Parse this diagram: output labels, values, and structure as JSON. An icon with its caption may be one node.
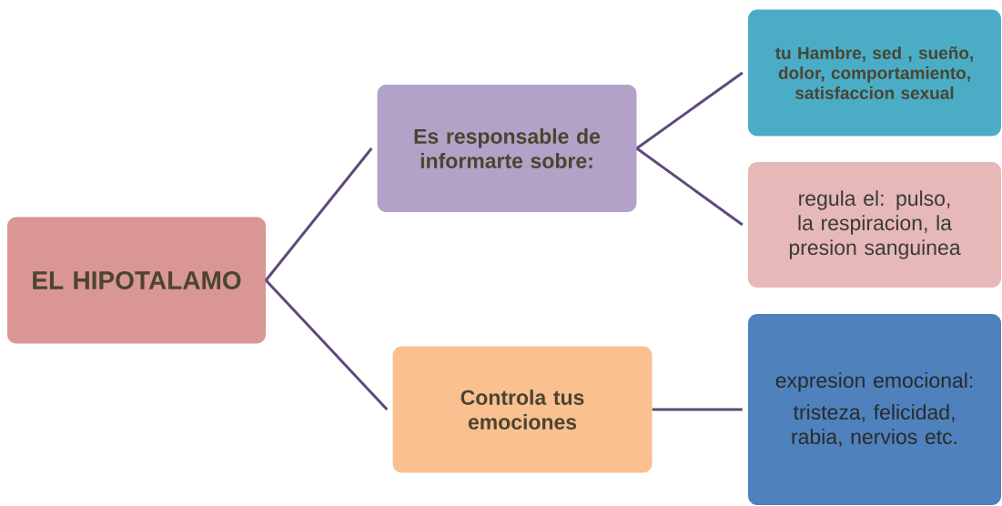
{
  "diagram": {
    "nodes": [
      {
        "text": [
          "EL HIPOTALAMO"
        ]
      },
      {
        "text": [
          "Es responsable de informarte sobre:"
        ]
      },
      {
        "text": [
          "Controla tus emociones"
        ]
      },
      {
        "text": [
          "tu Hambre, sed , sueño, dolor, comportamiento, satisfaccion sexual"
        ]
      },
      {
        "text": [
          "regula el: pulso, la respiracion, la presion sanguinea"
        ]
      },
      {
        "text": [
          "expresion emocional:",
          "tristeza, felicidad, rabia, nervios etc."
        ]
      }
    ],
    "edges": [
      {
        "from": 0,
        "to": 1,
        "arrow": "none"
      },
      {
        "from": 0,
        "to": 2,
        "arrow": "none"
      },
      {
        "from": 1,
        "to": 3,
        "arrow": "none"
      },
      {
        "from": 1,
        "to": 4,
        "arrow": "none"
      },
      {
        "from": 2,
        "to": 5,
        "arrow": "none"
      }
    ]
  }
}
